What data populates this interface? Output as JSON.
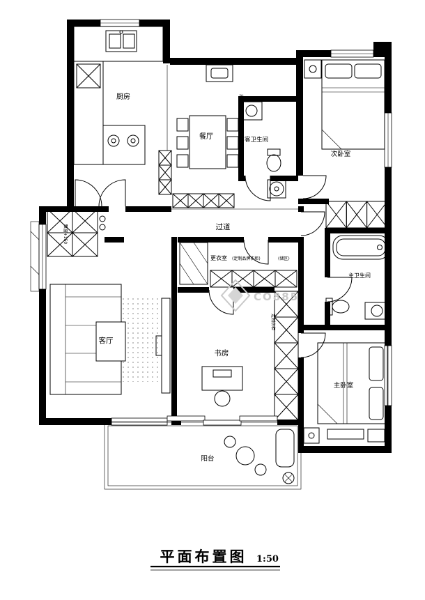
{
  "title": {
    "text": "平面布置图",
    "scale": "1:50"
  },
  "rooms": {
    "kitchen": {
      "label": "厨房"
    },
    "dining": {
      "label": "餐厅"
    },
    "guest_bath": {
      "label": "客卫生间"
    },
    "second_bedroom": {
      "label": "次卧室"
    },
    "hallway": {
      "label": "过道"
    },
    "dressing": {
      "label": "更衣室",
      "note": "(定制品牌衣柜)"
    },
    "storage": {
      "label": "(储区)"
    },
    "master_bath": {
      "label": "主卫生间"
    },
    "living": {
      "label": "客厅"
    },
    "study": {
      "label": "书房",
      "note": "定制衣柜"
    },
    "master_bedroom": {
      "label": "主卧室"
    },
    "balcony": {
      "label": "阳台"
    }
  },
  "annotations": {
    "bay_window": "飘窗+150",
    "flue": "排烟道"
  },
  "watermark": {
    "text": "CO885"
  },
  "colors": {
    "line": "#000000",
    "watermark": "#c9c9c9",
    "background": "#ffffff"
  }
}
